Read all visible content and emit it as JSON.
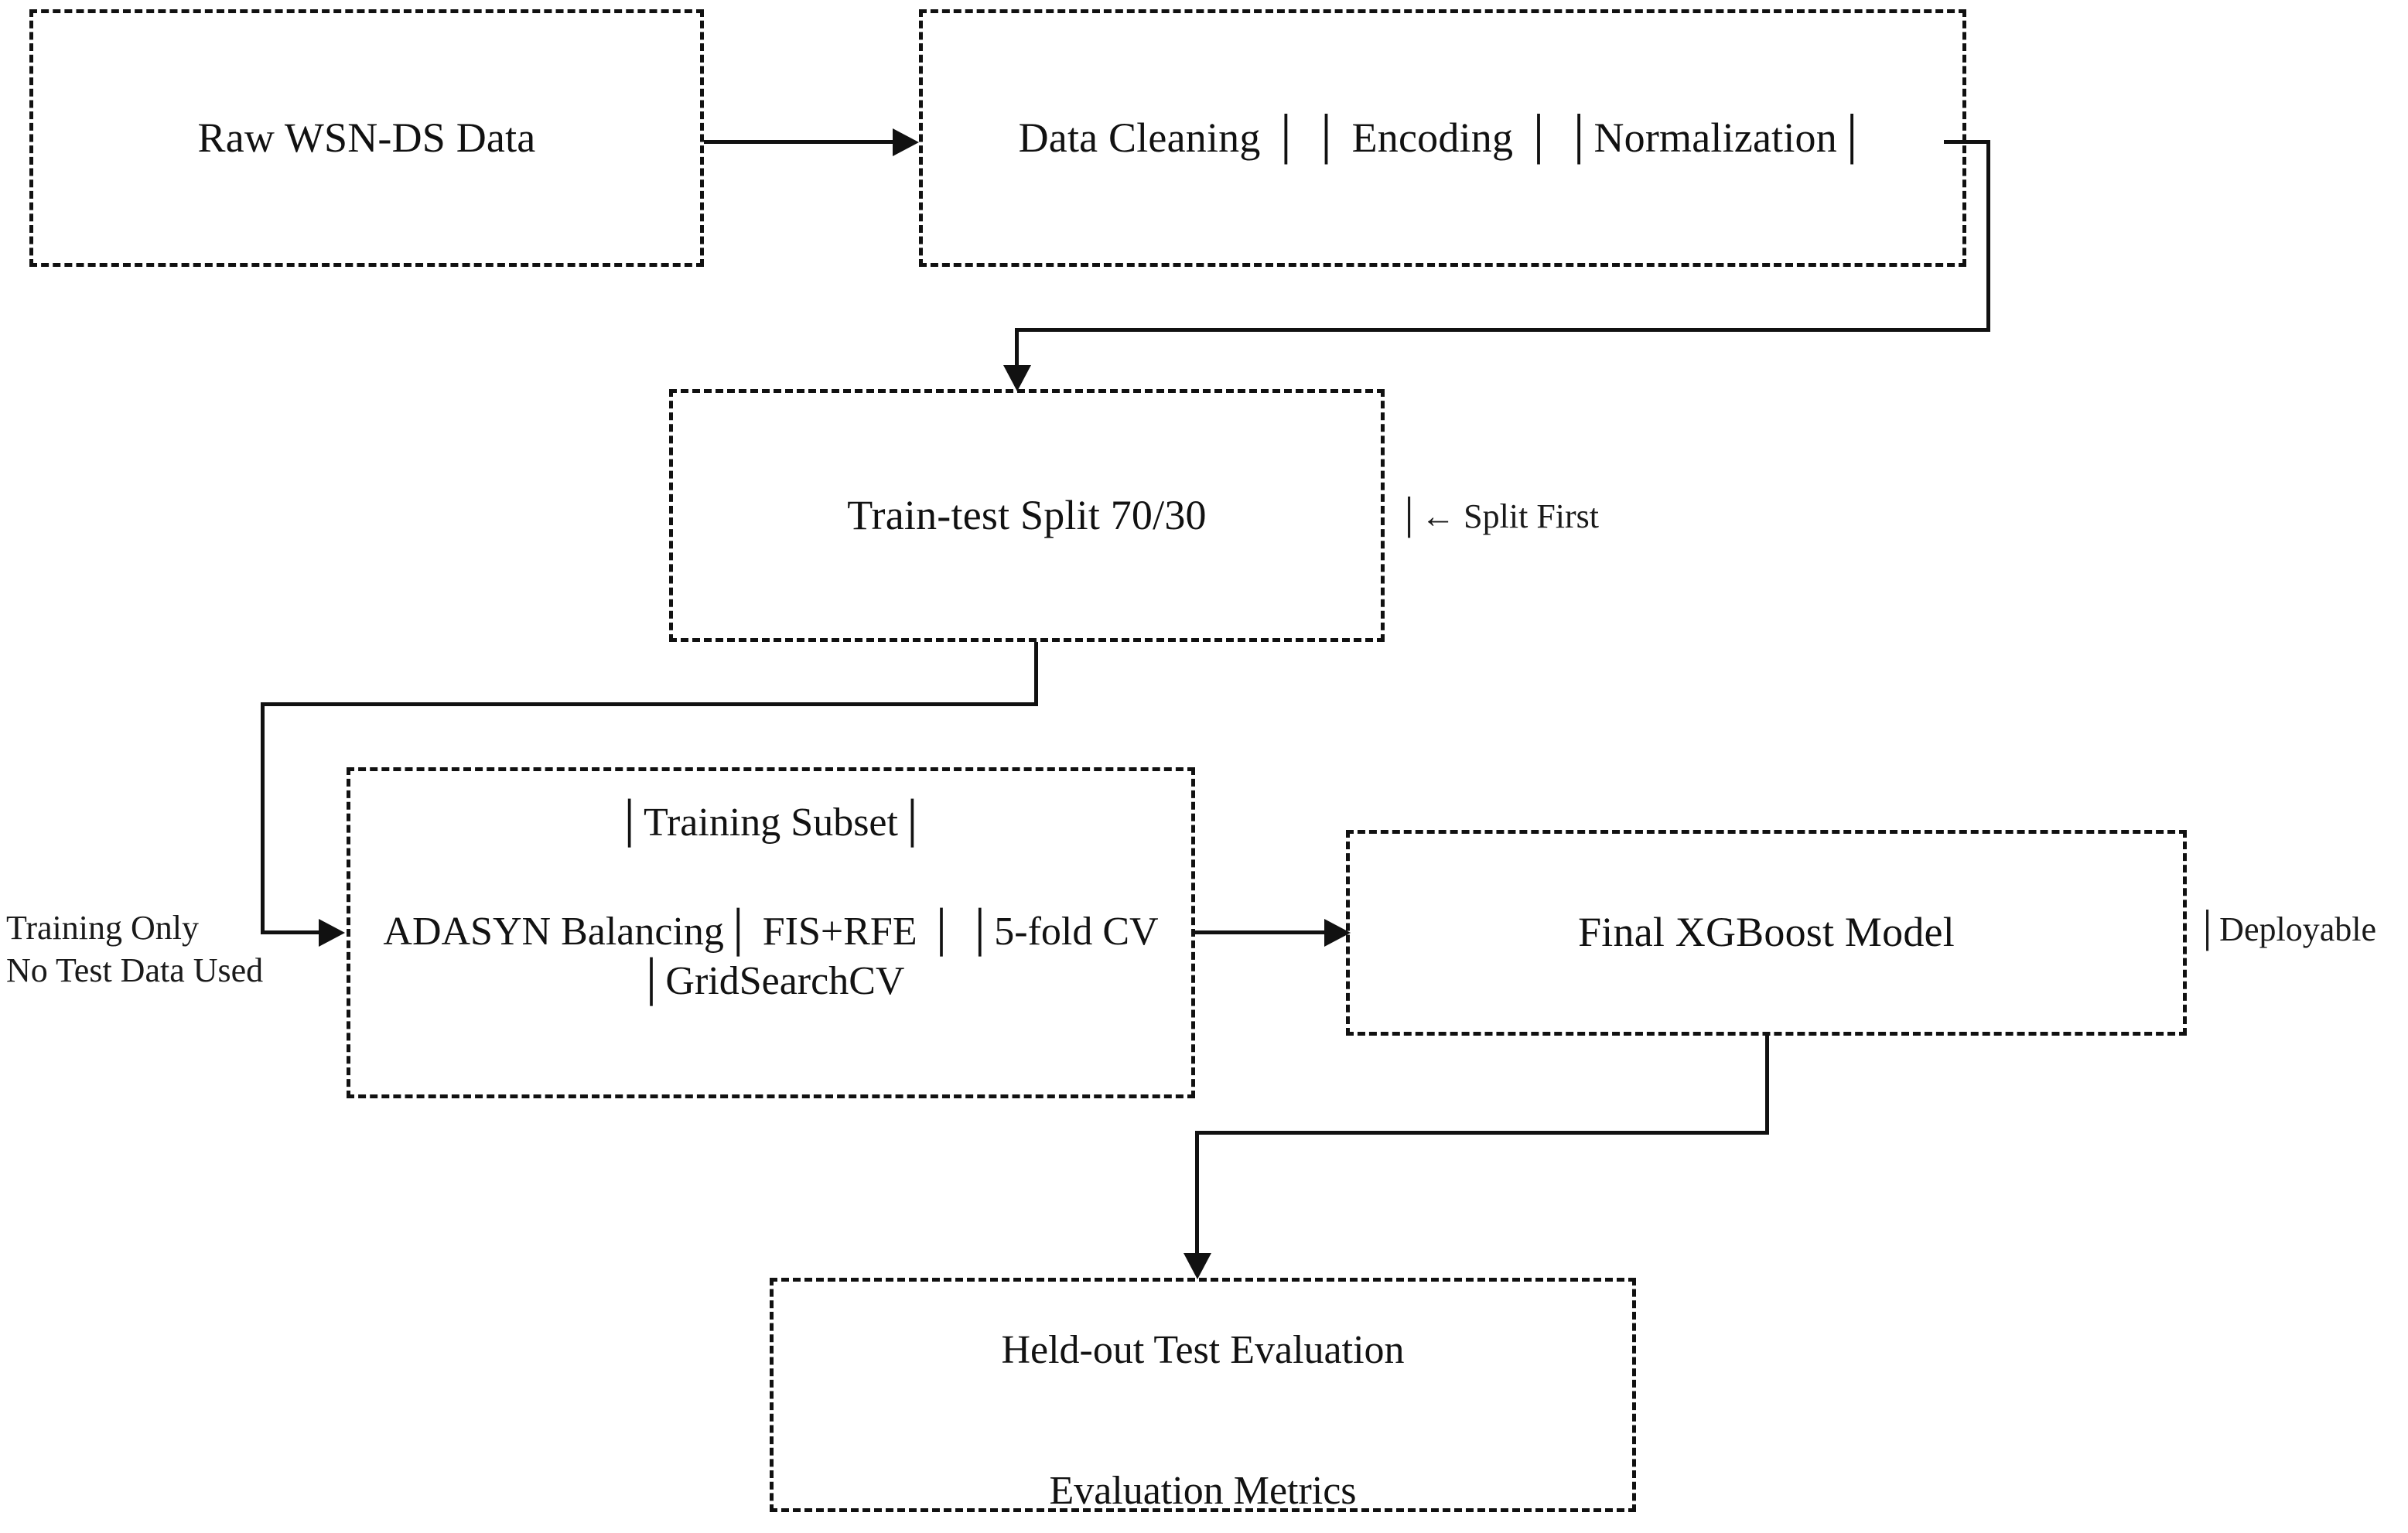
{
  "diagram": {
    "title": "WSN-DS XGBoost Intrusion Detection Pipeline Flowchart",
    "stroke_color": "#111111",
    "background_color": "#ffffff",
    "nodes": {
      "raw_data": {
        "label": "Raw WSN-DS Data"
      },
      "preprocessing": {
        "label": "Data Cleaning │ │ Encoding │ │Normalization│"
      },
      "train_test_split": {
        "label": "Train-test Split 70/30"
      },
      "training_subset": {
        "header": "│Training Subset│",
        "body": "ADASYN Balancing│ FIS+RFE │ │5-fold CV │GridSearchCV"
      },
      "final_model": {
        "label": "Final XGBoost Model"
      },
      "held_out": {
        "line1": "Held-out Test Evaluation",
        "line2": "Evaluation Metrics"
      }
    },
    "annotations": {
      "split_first": "│← Split First",
      "training_only": "Training Only\nNo Test Data Used",
      "deployable": "│Deployable"
    },
    "edges": [
      {
        "from": "raw_data",
        "to": "preprocessing",
        "style": "solid-arrow"
      },
      {
        "from": "preprocessing",
        "to": "train_test_split",
        "style": "solid-elbow-arrow"
      },
      {
        "from": "train_test_split",
        "to": "training_subset",
        "style": "solid-elbow-arrow"
      },
      {
        "from": "training_subset",
        "to": "final_model",
        "style": "solid-arrow"
      },
      {
        "from": "final_model",
        "to": "held_out",
        "style": "solid-elbow-arrow"
      }
    ]
  }
}
